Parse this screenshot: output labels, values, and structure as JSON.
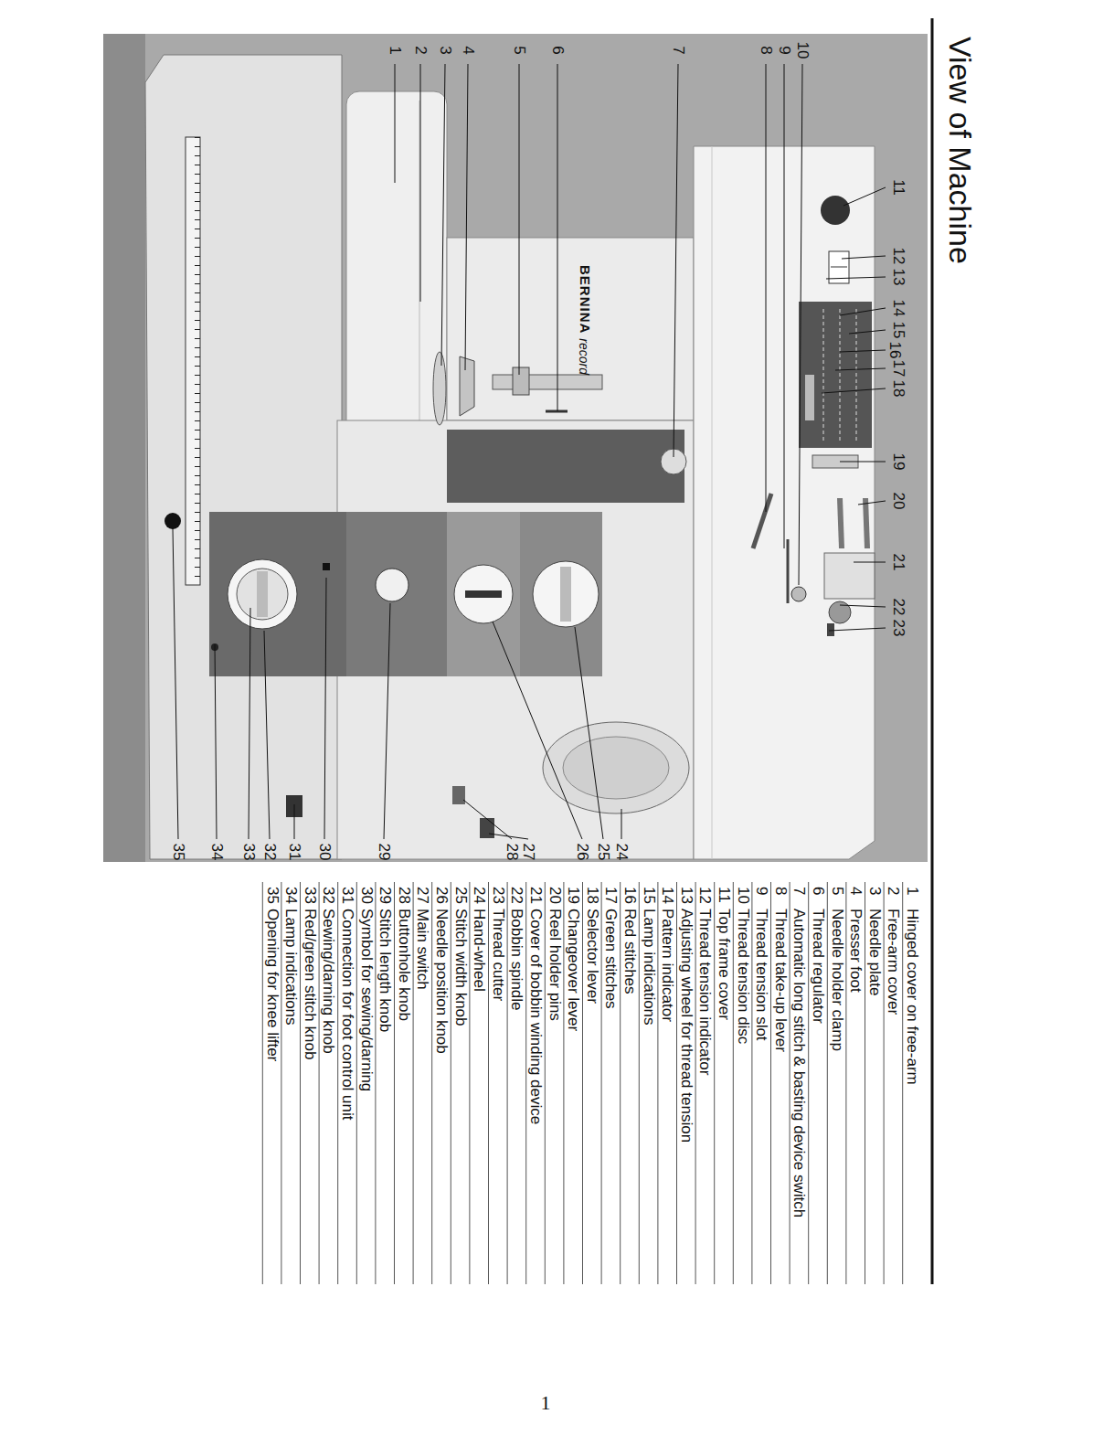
{
  "diagram": {
    "title": "View of Machine",
    "labels": [
      "1",
      "2",
      "3",
      "4",
      "5",
      "6",
      "7",
      "8",
      "9",
      "10",
      "11",
      "12",
      "13",
      "14",
      "15",
      "16",
      "17",
      "18",
      "19",
      "20",
      "21",
      "22",
      "23",
      "24",
      "25",
      "26",
      "27",
      "28",
      "29",
      "30",
      "31",
      "32",
      "33",
      "34",
      "35",
      "BERNINA",
      "record",
      "1",
      "Hinged cover on free-arm",
      "2",
      "Free-arm cover",
      "3",
      "Needle plate",
      "4",
      "Presser foot",
      "5",
      "Needle holder clamp",
      "6",
      "Thread regulator",
      "7",
      "Automatic long stitch & basting device switch",
      "8",
      "Thread take-up lever",
      "9",
      "Thread tension slot",
      "10",
      "Thread tension disc",
      "11",
      "Top frame cover",
      "12",
      "Thread tension indicator",
      "13",
      "Adjusting wheel for thread tension",
      "14",
      "Pattern indicator",
      "15",
      "Lamp indications",
      "16",
      "Red stitches",
      "17",
      "Green stitches",
      "18",
      "Selector lever",
      "19",
      "Changeover lever",
      "20",
      "Reel holder pins",
      "21",
      "Cover of bobbin winding device",
      "22",
      "Bobbin spindle",
      "23",
      "Thread cutter",
      "24",
      "Hand-wheel",
      "25",
      "Stitch width knob",
      "26",
      "Needle position knob",
      "27",
      "Main switch",
      "28",
      "Buttonhole knob",
      "29",
      "Stitch length knob",
      "30",
      "Symbol for sewing/darning",
      "31",
      "Connection for foot control unit",
      "32",
      "Sewing/darning knob",
      "33",
      "Red/green stitch knob",
      "34",
      "Lamp indications",
      "35",
      "Opening for knee lifter",
      "1"
    ]
  }
}
